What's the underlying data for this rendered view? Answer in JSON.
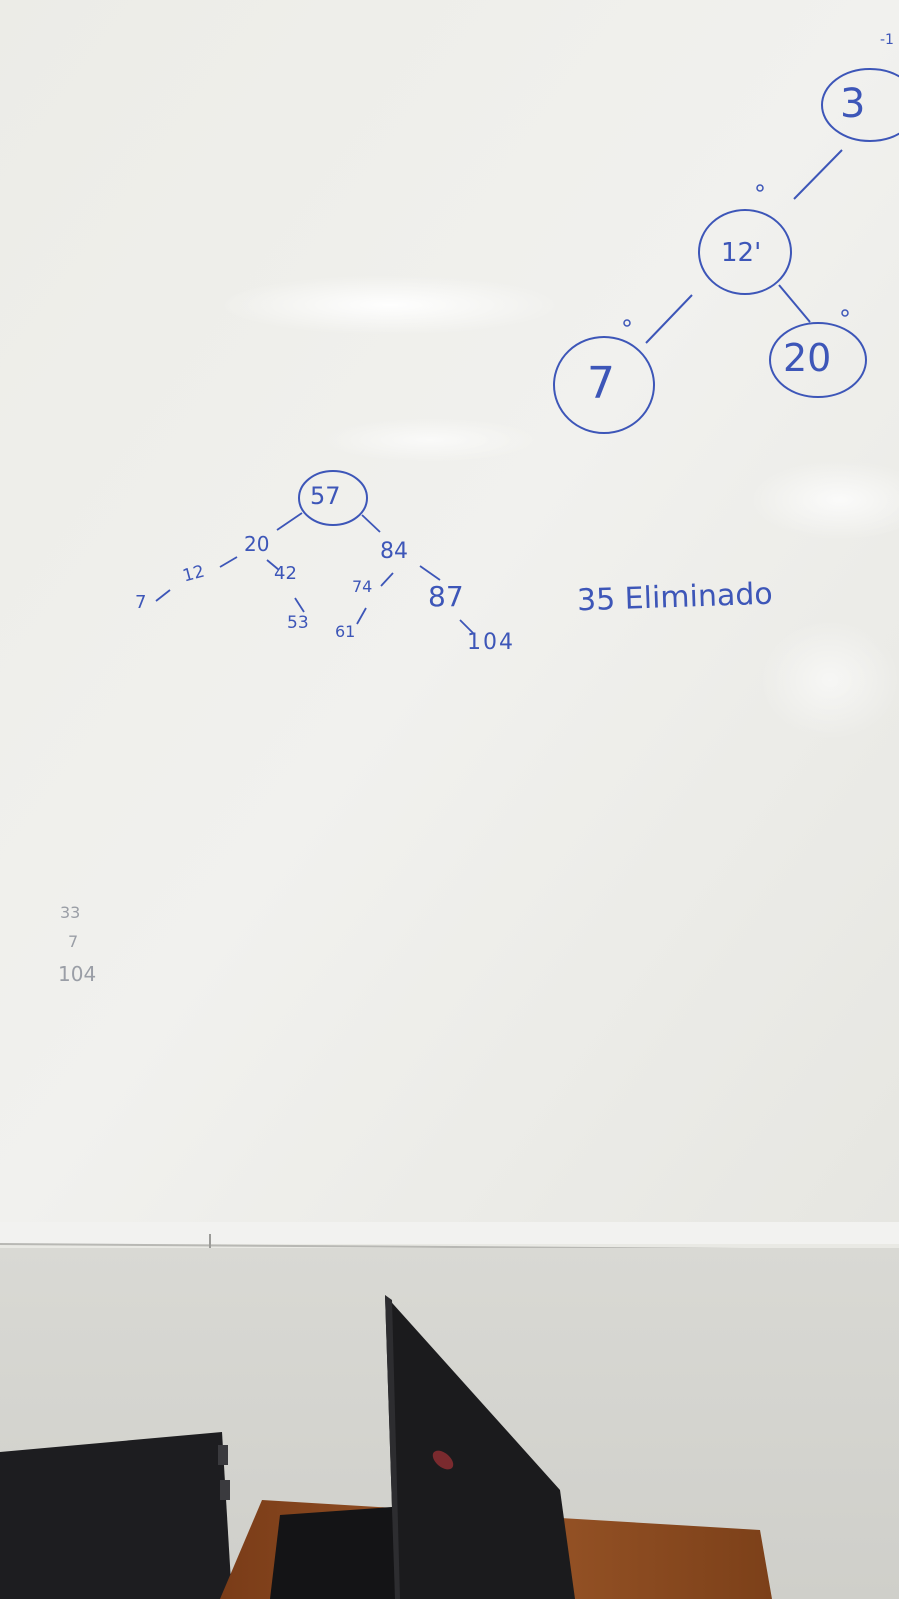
{
  "scene": {
    "colors": {
      "marker": "#3d56b8",
      "faint_marker": "#9a9ea6",
      "board": "#eeeeea",
      "wall": "#dcdcd7",
      "desk": "#8a4a22",
      "laptop": "#1a1a1c",
      "monitor": "#1c1c1f"
    }
  },
  "tree_top_right": {
    "root_label": "3",
    "corner_mark": "-1",
    "node_12": "12'",
    "node_7": "7",
    "node_20": "20",
    "balance_marks": [
      "0",
      "0",
      "0"
    ]
  },
  "tree_middle": {
    "root": "57",
    "nodes": {
      "n20": "20",
      "n84": "84",
      "n12": "12",
      "n42": "42",
      "n7": "7",
      "n53": "53",
      "n74": "74",
      "n87": "87",
      "n61": "61",
      "n104": "104"
    }
  },
  "note": {
    "text": "35 Eliminado"
  },
  "faint_list": {
    "items": [
      "33",
      "7",
      "104"
    ]
  }
}
